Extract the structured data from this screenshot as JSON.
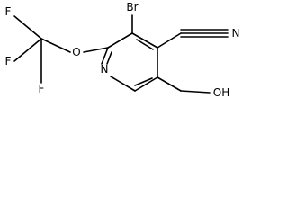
{
  "molecule": {
    "atoms": {
      "bromine": "Br",
      "nitrile_nitrogen": "N",
      "ring_nitrogen": "N",
      "ether_oxygen": "O",
      "fluorine_1": "F",
      "fluorine_2": "F",
      "fluorine_3": "F",
      "hydroxyl": "OH"
    }
  },
  "colors": {
    "bond": "#000000",
    "background": "#ffffff"
  }
}
